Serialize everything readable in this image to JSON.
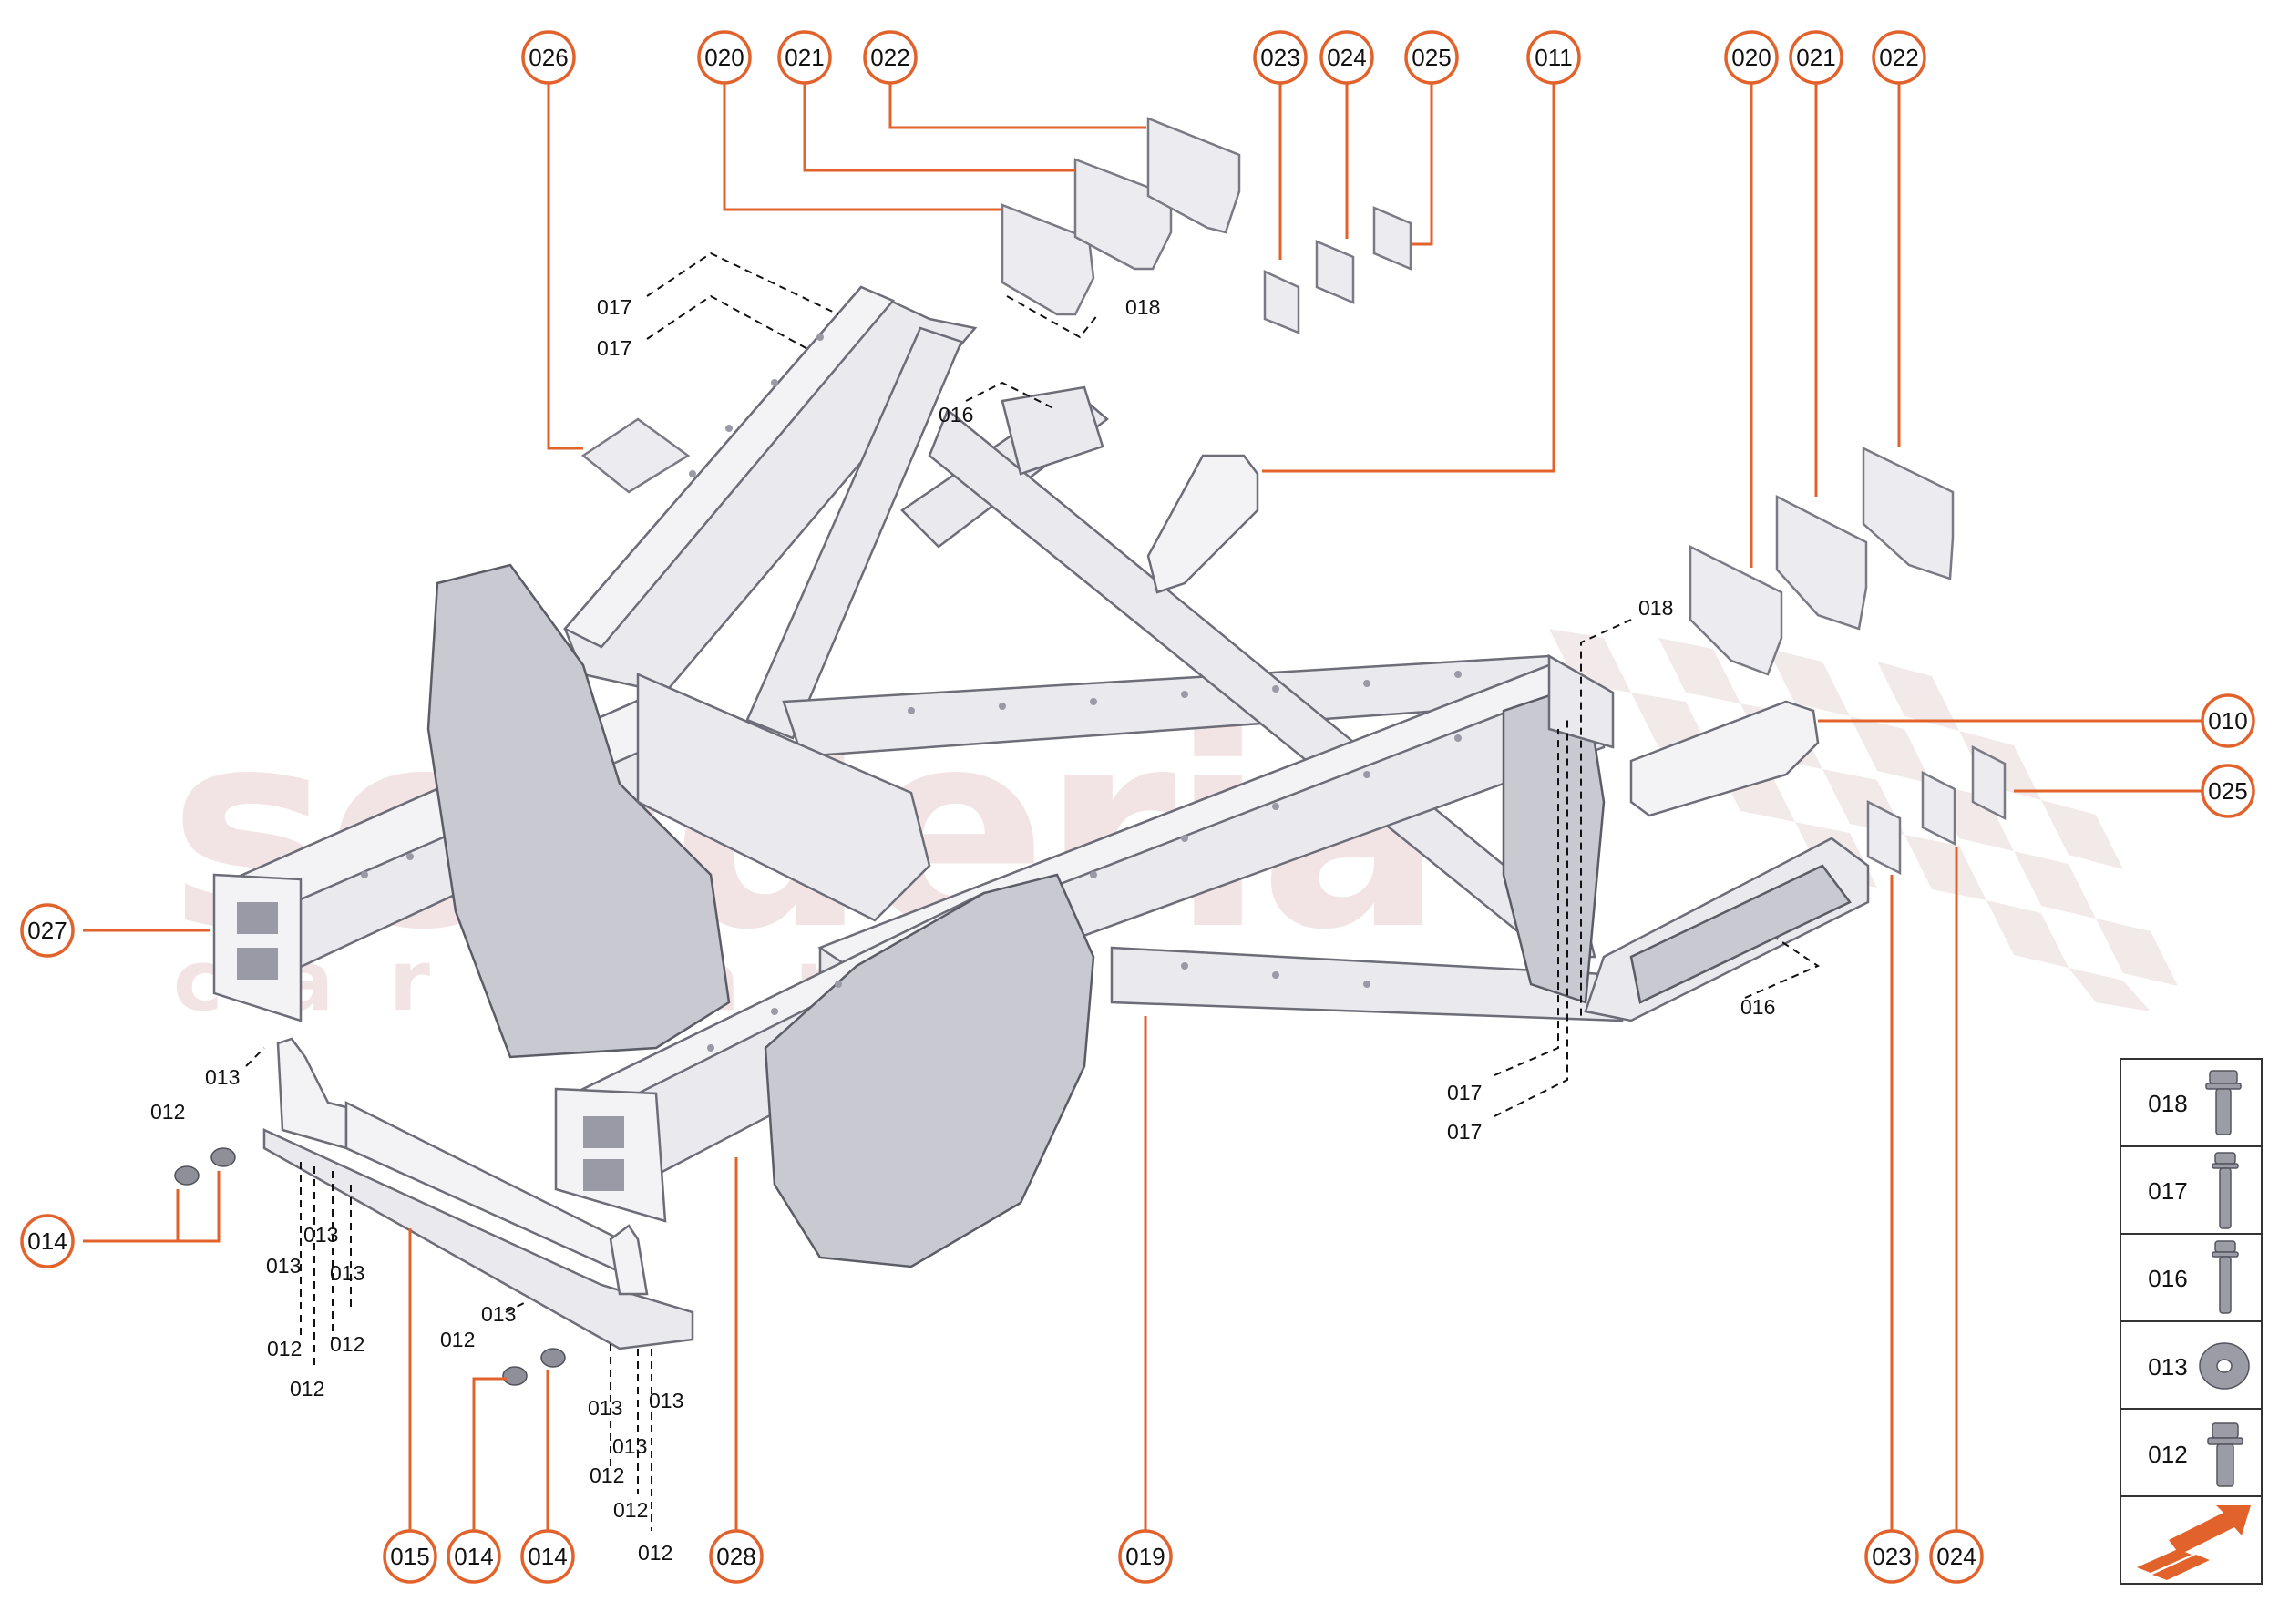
{
  "watermark": {
    "main": "scuderia",
    "sub": "car parts"
  },
  "callouts": [
    {
      "id": "c026",
      "label": "026"
    },
    {
      "id": "c020a",
      "label": "020"
    },
    {
      "id": "c021a",
      "label": "021"
    },
    {
      "id": "c022a",
      "label": "022"
    },
    {
      "id": "c023a",
      "label": "023"
    },
    {
      "id": "c024a",
      "label": "024"
    },
    {
      "id": "c025a",
      "label": "025"
    },
    {
      "id": "c011",
      "label": "011"
    },
    {
      "id": "c020b",
      "label": "020"
    },
    {
      "id": "c021b",
      "label": "021"
    },
    {
      "id": "c022b",
      "label": "022"
    },
    {
      "id": "c010",
      "label": "010"
    },
    {
      "id": "c025b",
      "label": "025"
    },
    {
      "id": "c027",
      "label": "027"
    },
    {
      "id": "c014a",
      "label": "014"
    },
    {
      "id": "c015",
      "label": "015"
    },
    {
      "id": "c014b",
      "label": "014"
    },
    {
      "id": "c014c",
      "label": "014"
    },
    {
      "id": "c028",
      "label": "028"
    },
    {
      "id": "c019",
      "label": "019"
    },
    {
      "id": "c023b",
      "label": "023"
    },
    {
      "id": "c024b",
      "label": "024"
    }
  ],
  "fastener_labels": {
    "l017a": "017",
    "l017b": "017",
    "l018a": "018",
    "l016a": "016",
    "l018b": "018",
    "l017c": "017",
    "l017d": "017",
    "l016b": "016",
    "l013a": "013",
    "l012a": "012",
    "l013b": "013",
    "l013c": "013",
    "l013d": "013",
    "l012b": "012",
    "l012c": "012",
    "l012d": "012",
    "l013e": "013",
    "l012e": "012",
    "l013f": "013",
    "l013g": "013",
    "l013h": "013",
    "l012f": "012",
    "l012g": "012",
    "l012h": "012"
  },
  "legend": [
    {
      "code": "018",
      "icon": "flange-bolt-short"
    },
    {
      "code": "017",
      "icon": "flange-bolt-long"
    },
    {
      "code": "016",
      "icon": "flange-bolt-medium"
    },
    {
      "code": "013",
      "icon": "washer"
    },
    {
      "code": "012",
      "icon": "flange-bolt-stub"
    }
  ],
  "legend_footer_icon": "next-page-arrow-icon",
  "colors": {
    "accent": "#e2622c",
    "watermark": "#c98a8a",
    "part_fill": "#e9e9ee",
    "part_stroke": "#6d6d78"
  }
}
